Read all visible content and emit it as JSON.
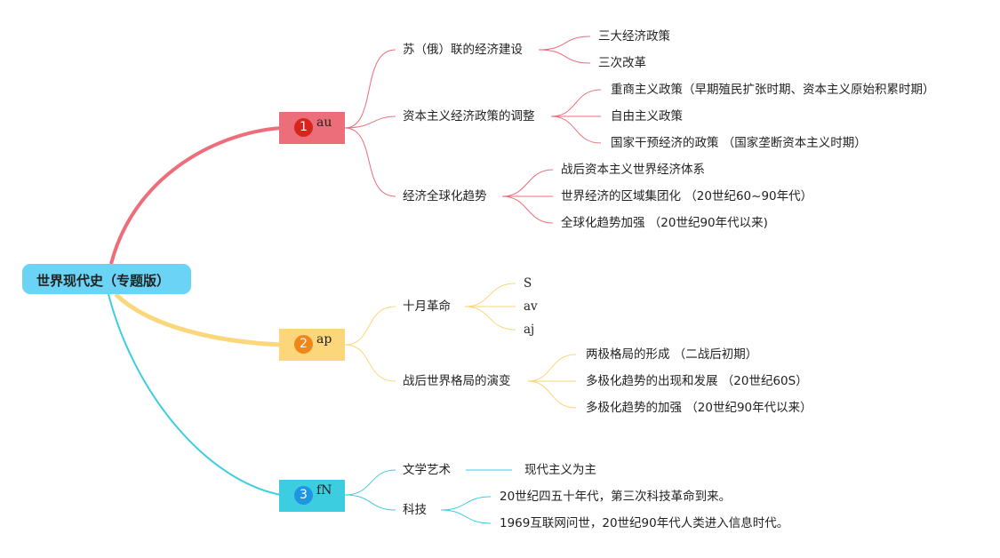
{
  "root": {
    "label": "世界现代史（专题版）"
  },
  "colors": {
    "root": "#6bd3f6",
    "branch1": "#ec6e7a",
    "branch2": "#fbd67a",
    "branch3": "#3ccde0"
  },
  "branches": [
    {
      "badge": "1",
      "label": "au",
      "children": [
        {
          "label": "苏（俄）联的经济建设",
          "children": [
            "三大经济政策",
            "三次改革"
          ]
        },
        {
          "label": "资本主义经济政策的调整",
          "children": [
            "重商主义政策（早期殖民扩张时期、资本主义原始积累时期）",
            "自由主义政策",
            "国家干预经济的政策 （国家垄断资本主义时期）"
          ]
        },
        {
          "label": "经济全球化趋势",
          "children": [
            "战后资本主义世界经济体系",
            "世界经济的区域集团化 （20世纪60~90年代）",
            "全球化趋势加强 （20世纪90年代以来)"
          ]
        }
      ]
    },
    {
      "badge": "2",
      "label": "ap",
      "children": [
        {
          "label": "十月革命",
          "children": [
            "S",
            "av",
            "aj"
          ]
        },
        {
          "label": "战后世界格局的演变",
          "children": [
            "两极格局的形成 （二战后初期）",
            "多极化趋势的出现和发展 （20世纪60S）",
            "多极化趋势的加强 （20世纪90年代以来）"
          ]
        }
      ]
    },
    {
      "badge": "3",
      "label": "fN",
      "children": [
        {
          "label": "文学艺术",
          "children": [
            "现代主义为主"
          ]
        },
        {
          "label": "科技",
          "children": [
            "20世纪四五十年代，第三次科技革命到来。",
            "1969互联网问世，20世纪90年代人类进入信息时代。"
          ]
        }
      ]
    }
  ]
}
